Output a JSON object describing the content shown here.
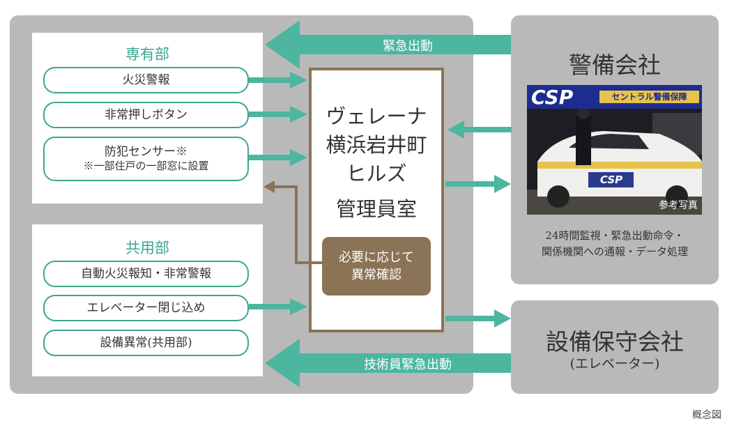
{
  "private_section": {
    "title": "専有部",
    "items": [
      {
        "label": "火災警報"
      },
      {
        "label": "非常押しボタン"
      },
      {
        "label": "防犯センサー※",
        "note": "※一部住戸の一部窓に設置"
      }
    ]
  },
  "common_section": {
    "title": "共用部",
    "items": [
      {
        "label": "自動火災報知・非常警報"
      },
      {
        "label": "エレベーター閉じ込め"
      },
      {
        "label": "設備異常(共用部)"
      }
    ]
  },
  "management_office": {
    "lines": [
      "ヴェレーナ",
      "横浜岩井町",
      "ヒルズ",
      "管理員室"
    ],
    "confirm_lines": [
      "必要に応じて",
      "異常確認"
    ]
  },
  "security_company": {
    "title": "警備会社",
    "photo_logo": "CSP",
    "photo_banner": "セントラル警備保障",
    "photo_car_logo": "CSP",
    "photo_caption": "参考写真",
    "duties": [
      "24時間監視・緊急出動命令・",
      "関係機関への通報・データ処理"
    ]
  },
  "maintenance_company": {
    "title": "設備保守会社",
    "subtitle": "(エレベーター)"
  },
  "arrows": {
    "top_label": "緊急出動",
    "bottom_label": "技術員緊急出動"
  },
  "footer_note": "概念図",
  "colors": {
    "teal": "#4cb6a0",
    "teal_text": "#3aa68f",
    "brown": "#8b7356",
    "gray_panel": "#b9b9b9"
  }
}
